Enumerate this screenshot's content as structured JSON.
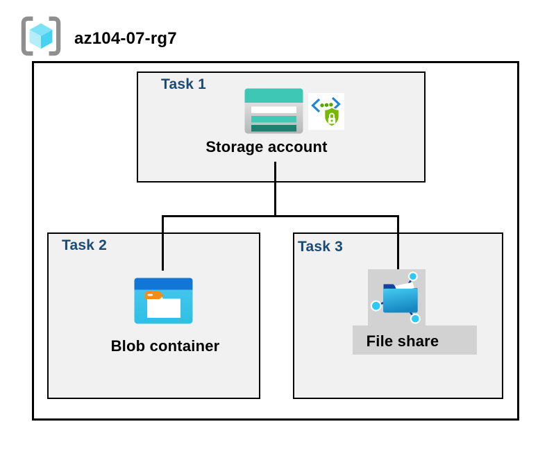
{
  "resource_group": {
    "name": "az104-07-rg7",
    "icon": "resource-group-icon"
  },
  "tasks": [
    {
      "label": "Task 1",
      "item": "Storage account",
      "icons": [
        "storage-account-icon",
        "secure-access-icon"
      ]
    },
    {
      "label": "Task 2",
      "item": "Blob container",
      "icons": [
        "blob-container-icon"
      ]
    },
    {
      "label": "Task 3",
      "item": "File share",
      "icons": [
        "file-share-icon"
      ]
    }
  ],
  "connections": [
    {
      "from": "Storage account",
      "to": "Blob container"
    },
    {
      "from": "Storage account",
      "to": "File share"
    }
  ],
  "colors": {
    "task_label": "#1B4A73",
    "box_fill": "#F1F1F1",
    "box_border": "#000000",
    "highlight_gray": "#D2D2D2",
    "storage_teal": "#3EC7B4",
    "storage_teal_dark": "#20806F",
    "blob_header_blue": "#1176D6",
    "blob_body_cyan": "#3BC3EC",
    "folder_tab_orange": "#F28D15",
    "fileshare_navy": "#1541A0",
    "fileshare_node_cyan": "#2BC9F4",
    "secure_green": "#76B800",
    "secure_blue": "#1E86D4",
    "rg_bracket_gray": "#8F8F8F",
    "rg_cube_cyan": "#47D2F2"
  }
}
